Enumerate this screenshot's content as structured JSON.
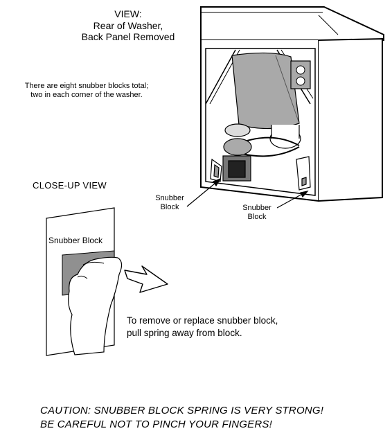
{
  "view": {
    "line1": "VIEW:",
    "line2": "Rear of Washer,",
    "line3": "Back Panel Removed"
  },
  "note": {
    "line1": "There are eight snubber blocks total;",
    "line2": "two in each corner of the washer."
  },
  "closeup": {
    "title": "CLOSE-UP VIEW",
    "block_label": "Snubber Block"
  },
  "labels": {
    "left_line1": "Snubber",
    "left_line2": "Block",
    "right_line1": "Snubber",
    "right_line2": "Block"
  },
  "instruction": {
    "line1": "To remove or replace snubber block,",
    "line2": "pull spring away from block."
  },
  "caution": {
    "line1": "CAUTION: SNUBBER BLOCK SPRING IS VERY STRONG!",
    "line2": "BE CAREFUL NOT TO PINCH YOUR FINGERS!"
  }
}
